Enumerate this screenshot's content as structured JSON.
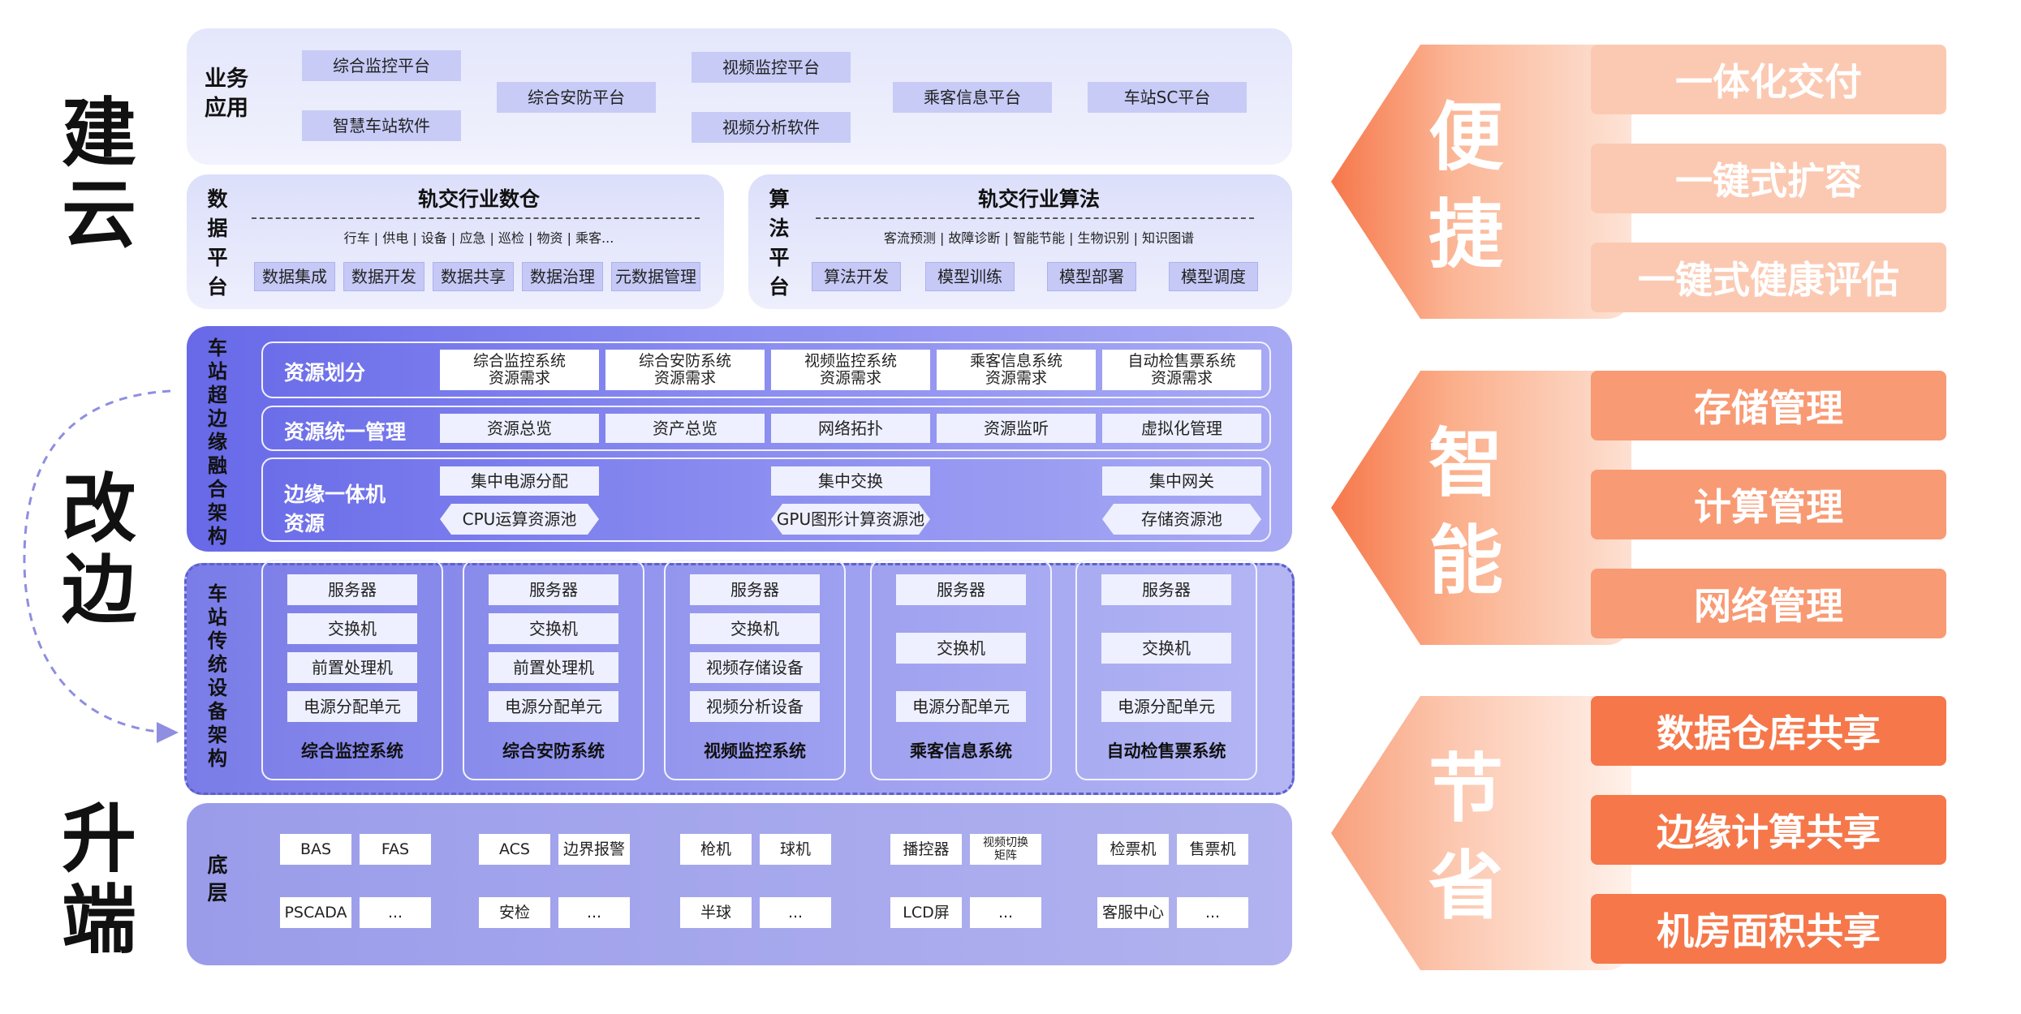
{
  "left_labels": {
    "group1": "建云",
    "group2": "改边",
    "group3": "升端"
  },
  "biz": {
    "label": "业务应用",
    "items": [
      "综合监控平台",
      "智慧车站软件",
      "综合安防平台",
      "视频监控平台",
      "视频分析软件",
      "乘客信息平台",
      "车站SC平台"
    ]
  },
  "data_platform": {
    "label": "数据平台",
    "title": "轨交行业数仓",
    "subtitle": "行车 | 供电 | 设备 | 应急 | 巡检 | 物资 | 乘客...",
    "items": [
      "数据集成",
      "数据开发",
      "数据共享",
      "数据治理",
      "元数据管理"
    ]
  },
  "algo_platform": {
    "label": "算法平台",
    "title": "轨交行业算法",
    "subtitle": "客流预测 | 故障诊断 | 智能节能 | 生物识别 | 知识图谱",
    "items": [
      "算法开发",
      "模型训练",
      "模型部署",
      "模型调度"
    ]
  },
  "edge": {
    "label": "车站超边缘融合架构",
    "row1": {
      "label": "资源划分",
      "items": [
        "综合监控系统\n资源需求",
        "综合安防系统\n资源需求",
        "视频监控系统\n资源需求",
        "乘客信息系统\n资源需求",
        "自动检售票系统\n资源需求"
      ]
    },
    "row2": {
      "label": "资源统一管理",
      "items": [
        "资源总览",
        "资产总览",
        "网络拓扑",
        "资源监听",
        "虚拟化管理"
      ]
    },
    "row3": {
      "label_line1": "边缘一体机",
      "label_line2": "资源",
      "top": [
        "集中电源分配",
        "集中交换",
        "集中网关"
      ],
      "pools": [
        "CPU运算资源池",
        "GPU图形计算资源池",
        "存储资源池"
      ]
    }
  },
  "traditional": {
    "label": "车站传统设备架构",
    "systems": [
      {
        "name": "综合监控系统",
        "items": [
          "服务器",
          "交换机",
          "前置处理机",
          "电源分配单元"
        ]
      },
      {
        "name": "综合安防系统",
        "items": [
          "服务器",
          "交换机",
          "前置处理机",
          "电源分配单元"
        ]
      },
      {
        "name": "视频监控系统",
        "items": [
          "服务器",
          "交换机",
          "视频存储设备",
          "视频分析设备"
        ]
      },
      {
        "name": "乘客信息系统",
        "items": [
          "服务器",
          "交换机",
          "电源分配单元"
        ]
      },
      {
        "name": "自动检售票系统",
        "items": [
          "服务器",
          "交换机",
          "电源分配单元"
        ]
      }
    ]
  },
  "bottom": {
    "label": "底层",
    "items": [
      "BAS",
      "FAS",
      "ACS",
      "边界报警",
      "枪机",
      "球机",
      "播控器",
      "视频切换\n矩阵",
      "检票机",
      "售票机",
      "PSCADA",
      "...",
      "安检",
      "...",
      "半球",
      "...",
      "LCD屏",
      "...",
      "客服中心",
      "..."
    ]
  },
  "right": {
    "groups": [
      {
        "title": "便捷",
        "items": [
          "一体化交付",
          "一键式扩容",
          "一键式健康评估"
        ]
      },
      {
        "title": "智能",
        "items": [
          "存储管理",
          "计算管理",
          "网络管理"
        ]
      },
      {
        "title": "节省",
        "items": [
          "数据仓库共享",
          "边缘计算共享",
          "机房面积共享"
        ]
      }
    ],
    "colors": {
      "light": "#fbc9b2",
      "mid": "#f89a74",
      "strong": "#f6774a"
    }
  }
}
